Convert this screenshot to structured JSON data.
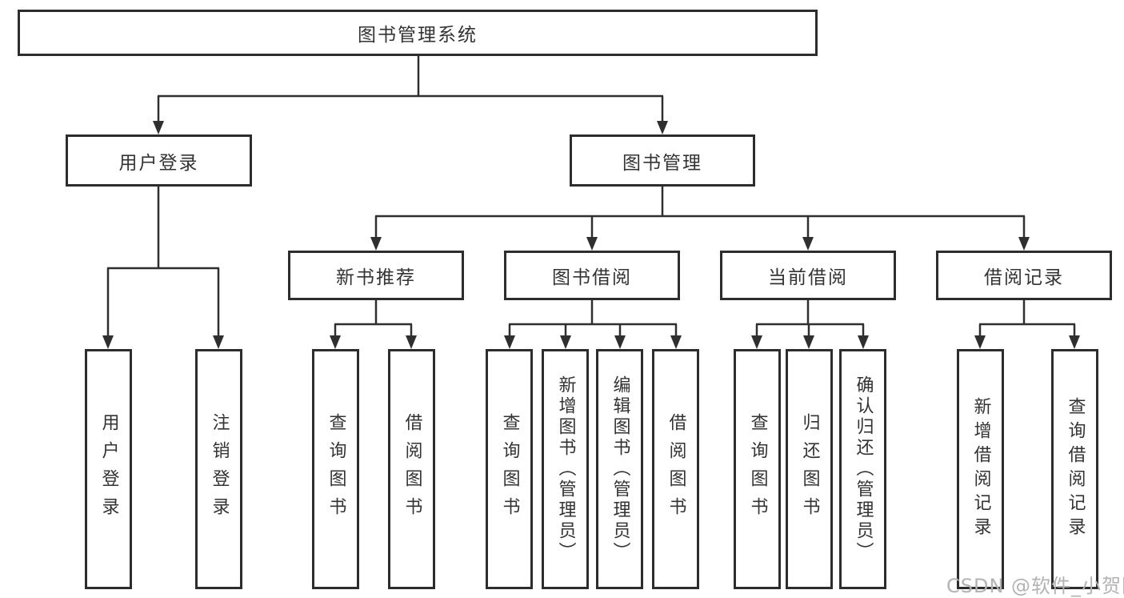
{
  "colors": {
    "background": "#ffffff",
    "line": "#2f2f2f",
    "box_border": "#2d2d2d",
    "text": "#333333",
    "watermark": "#b3b3b3"
  },
  "watermark": {
    "text": "CSDN @软件_小贺同学"
  },
  "tree": {
    "root": {
      "label": "图书管理系统",
      "children": [
        {
          "label": "用户登录",
          "children": [
            {
              "label": "用户登录"
            },
            {
              "label": "注销登录"
            }
          ]
        },
        {
          "label": "图书管理",
          "children": [
            {
              "label": "新书推荐",
              "children": [
                {
                  "label": "查询图书"
                },
                {
                  "label": "借阅图书"
                }
              ]
            },
            {
              "label": "图书借阅",
              "children": [
                {
                  "label": "查询图书"
                },
                {
                  "label": "新增图书（管理员）"
                },
                {
                  "label": "编辑图书（管理员）"
                },
                {
                  "label": "借阅图书"
                }
              ]
            },
            {
              "label": "当前借阅",
              "children": [
                {
                  "label": "查询图书"
                },
                {
                  "label": "归还图书"
                },
                {
                  "label": "确认归还（管理员）"
                }
              ]
            },
            {
              "label": "借阅记录",
              "children": [
                {
                  "label": "新增借阅记录"
                },
                {
                  "label": "查询借阅记录"
                }
              ]
            }
          ]
        }
      ]
    }
  }
}
